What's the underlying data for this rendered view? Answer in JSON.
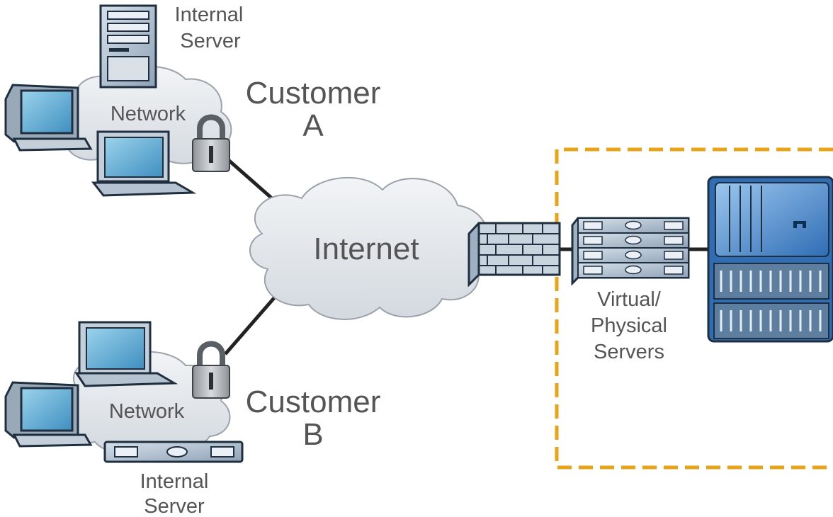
{
  "customer_a": {
    "server_label_line1": "Internal",
    "server_label_line2": "Server",
    "network_label": "Network",
    "name_line1": "Customer",
    "name_line2": "A"
  },
  "customer_b": {
    "server_label_line1": "Internal",
    "server_label_line2": "Server",
    "network_label": "Network",
    "name_line1": "Customer",
    "name_line2": "B"
  },
  "internet": {
    "label": "Internet"
  },
  "datacenter": {
    "servers_label_line1": "Virtual/",
    "servers_label_line2": "Physical",
    "servers_label_line3": "Servers",
    "boundary_color": "#E8A317"
  },
  "colors": {
    "monitor_screen": "#6FB7D8",
    "device_body": "#B9C7D6",
    "storage_blue": "#3F7FC6",
    "cloud_fill": "#E3E7EB",
    "link_line": "#222222"
  },
  "icons": [
    "tower-server-icon",
    "desktop-computer-icon",
    "laptop-icon",
    "padlock-icon",
    "firewall-icon",
    "rack-server-icon",
    "storage-array-icon",
    "cloud-icon"
  ]
}
